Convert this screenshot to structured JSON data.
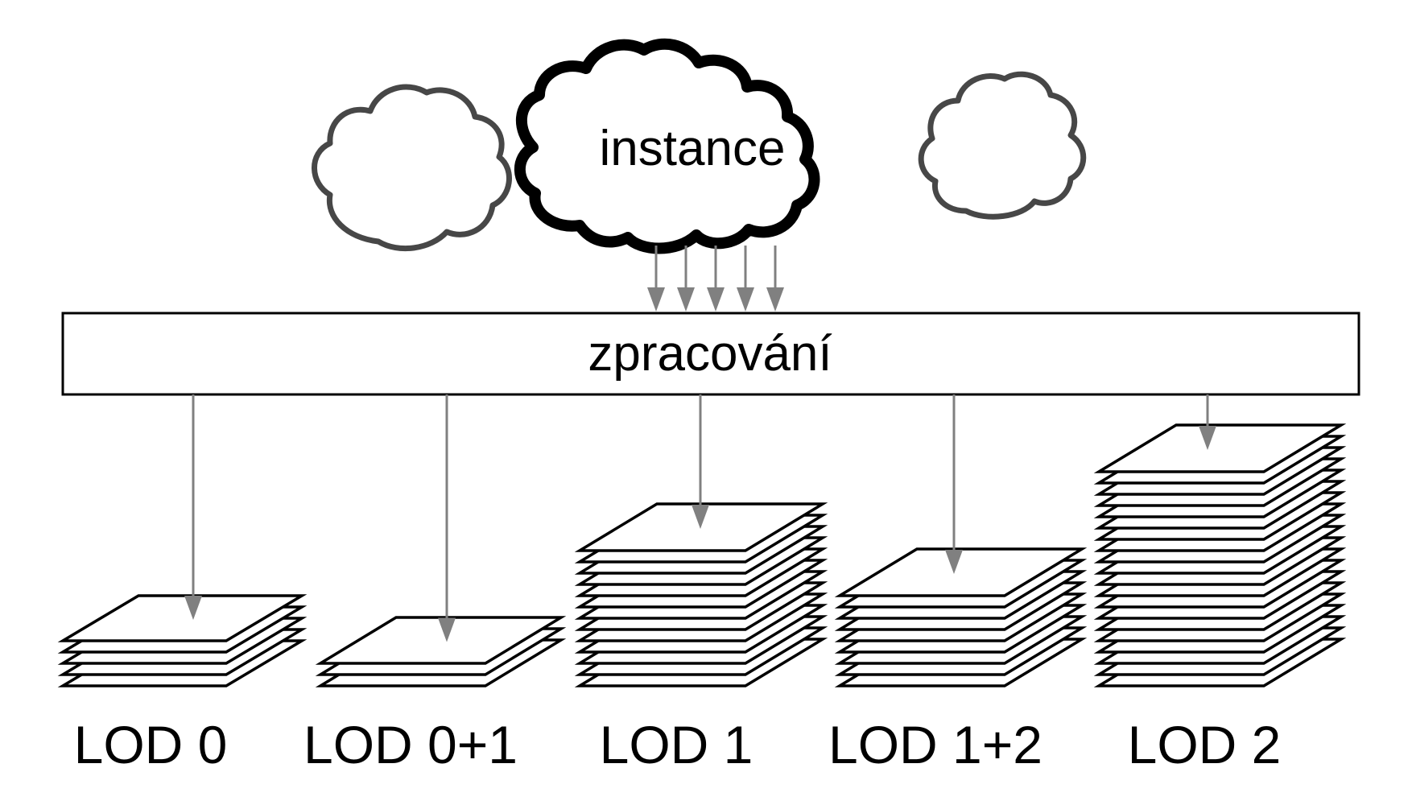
{
  "source_cloud": {
    "label": "instance",
    "incoming_arrow_count": 5
  },
  "process_box": {
    "label": "zpracování"
  },
  "stacks": [
    {
      "label": "LOD 0",
      "sheet_count": 5
    },
    {
      "label": "LOD 0+1",
      "sheet_count": 3
    },
    {
      "label": "LOD 1",
      "sheet_count": 13
    },
    {
      "label": "LOD 1+2",
      "sheet_count": 9
    },
    {
      "label": "LOD 2",
      "sheet_count": 20
    }
  ],
  "colors": {
    "arrow": "#808080",
    "main_cloud_outline": "#000000",
    "side_cloud_outline": "#474747"
  }
}
